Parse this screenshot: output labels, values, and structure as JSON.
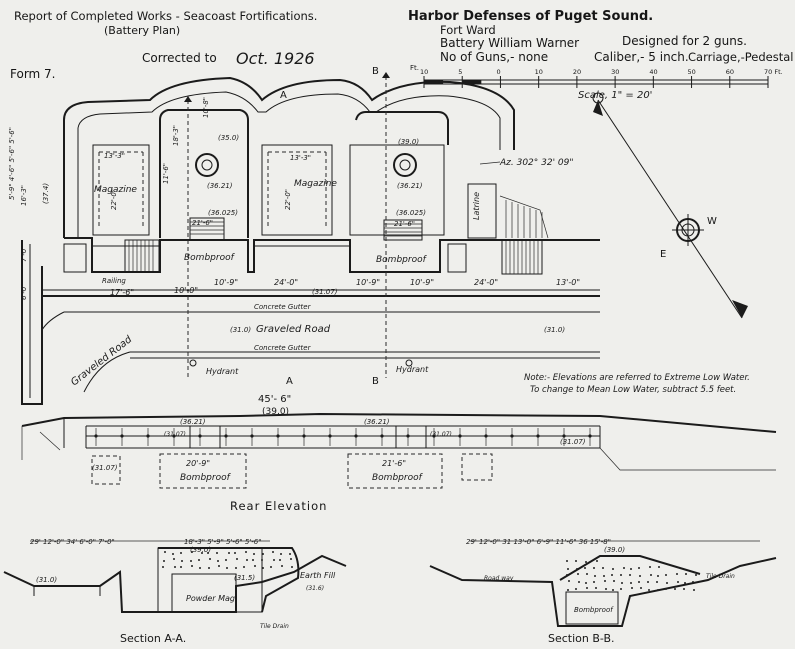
{
  "header": {
    "report_title": "Report of Completed Works - Seacoast Fortifications.",
    "report_subtitle": "(Battery Plan)",
    "harbor": "Harbor Defenses of Puget Sound.",
    "fort": "Fort Ward",
    "battery": "Battery William Warner",
    "designed_for": "Designed for 2 guns.",
    "num_guns": "No of Guns,- none",
    "caliber": "Caliber,- 5 inch.",
    "carriage": "Carriage,-Pedestal",
    "form": "Form 7.",
    "corrected_label": "Corrected to",
    "corrected_date": "Oct. 1926"
  },
  "scale": {
    "ft_label": "Ft.",
    "ticks": [
      "10",
      "5",
      "0",
      "10",
      "20",
      "30",
      "40",
      "50",
      "60",
      "70 Ft."
    ],
    "caption": "Scale, 1\" = 20'"
  },
  "compass": {
    "east": "E",
    "west": "W",
    "azimuth": "Az. 302° 32' 09\""
  },
  "plan": {
    "magazine": "Magazine",
    "magazine2": "Magazine",
    "latrine": "Latrine",
    "bombproof1": "Bombproof",
    "bombproof2": "Bombproof",
    "railing": "Railing",
    "gravel_road": "Graveled Road",
    "gravel_road_side": "Graveled Road",
    "gutter_top": "Concrete Gutter",
    "gutter_bottom": "Concrete Gutter",
    "hydrant_left": "Hydrant",
    "hydrant_right": "Hydrant",
    "section_a_top": "A",
    "section_a_bot": "A",
    "section_b_top": "B",
    "section_b_bot": "B",
    "dim_mag": "13'-3\"",
    "dim_mag2": "13'-3\"",
    "dim_mag_h": "22'-0\"",
    "dim_mag_h2": "22'-0\"",
    "dim_elev_350": "(35.0)",
    "dim_elev_390": "(39.0)",
    "dim_3621_a": "(36.21)",
    "dim_3621_b": "(36.21)",
    "dim_36025_a": "(36.025)",
    "dim_36025_b": "(36.025)",
    "dim_3107": "(31.07)",
    "dim_310": "(31.0)",
    "dim_310b": "(31.0)",
    "dim_176": "17'-6\"",
    "dim_100": "10'-0\"",
    "dim_109": "10'-9\"",
    "dim_240": "24'-0\"",
    "dim_109b": "10'-9\"",
    "dim_109c": "10'-9\"",
    "dim_240b": "24'-0\"",
    "dim_130": "13'-0\"",
    "dim_216": "21'-6\"",
    "dim_216b": "21'-6\"",
    "dim_456": "45'- 6\"",
    "dim_390": "(39.0)",
    "dim_183": "18'-3\"",
    "dim_1083": "10'-8\"",
    "dim_1163": "11'-6\"",
    "dim_vert": "5'-9\" 4'-6\" 5'-6\" 5'-6\"",
    "dim_vert2": "16'-3\"",
    "dim_vert3": "7'-0\"",
    "dim_vert4": "6'-0\"",
    "dim_974": "(37.4)"
  },
  "note": {
    "line1": "Note:- Elevations are referred to Extreme Low Water.",
    "line2": "To change to Mean Low Water, subtract 5.5 feet."
  },
  "elevation": {
    "title": "Rear Elevation",
    "bombproof1": "Bombproof",
    "bombproof2": "Bombproof",
    "dim_209": "20'-9\"",
    "dim_216": "21'-6\"",
    "e_3621": "(36.21)",
    "e_3621b": "(36.21)",
    "e_3107": "(31.07)",
    "e_3107b": "(31.07)",
    "e_3101": "(31.07)",
    "e_3101b": "(31.07)"
  },
  "section_a": {
    "title": "Section A-A.",
    "magazine": "Powder Mag.",
    "earth": "Earth Fill",
    "tile": "Tile Drain",
    "dims": "29' 12'-0\" 34' 6'-0\" 7'-0\"",
    "dims2": "18'-3\" 5'-9\" 5'-6\" 5'-6\"",
    "e_390": "(39.0)",
    "e_310": "(31.0)",
    "e_315": "(31.5)",
    "e_316": "(31.6)"
  },
  "section_b": {
    "title": "Section B-B.",
    "bombproof": "Bombproof",
    "road": "Road way",
    "tile": "Tile Drain",
    "dims": "29' 12'-0\" 31 13'-0\" 6'-9\" 11'-6\" 36 15'-8\"",
    "e_390": "(39.0)"
  }
}
